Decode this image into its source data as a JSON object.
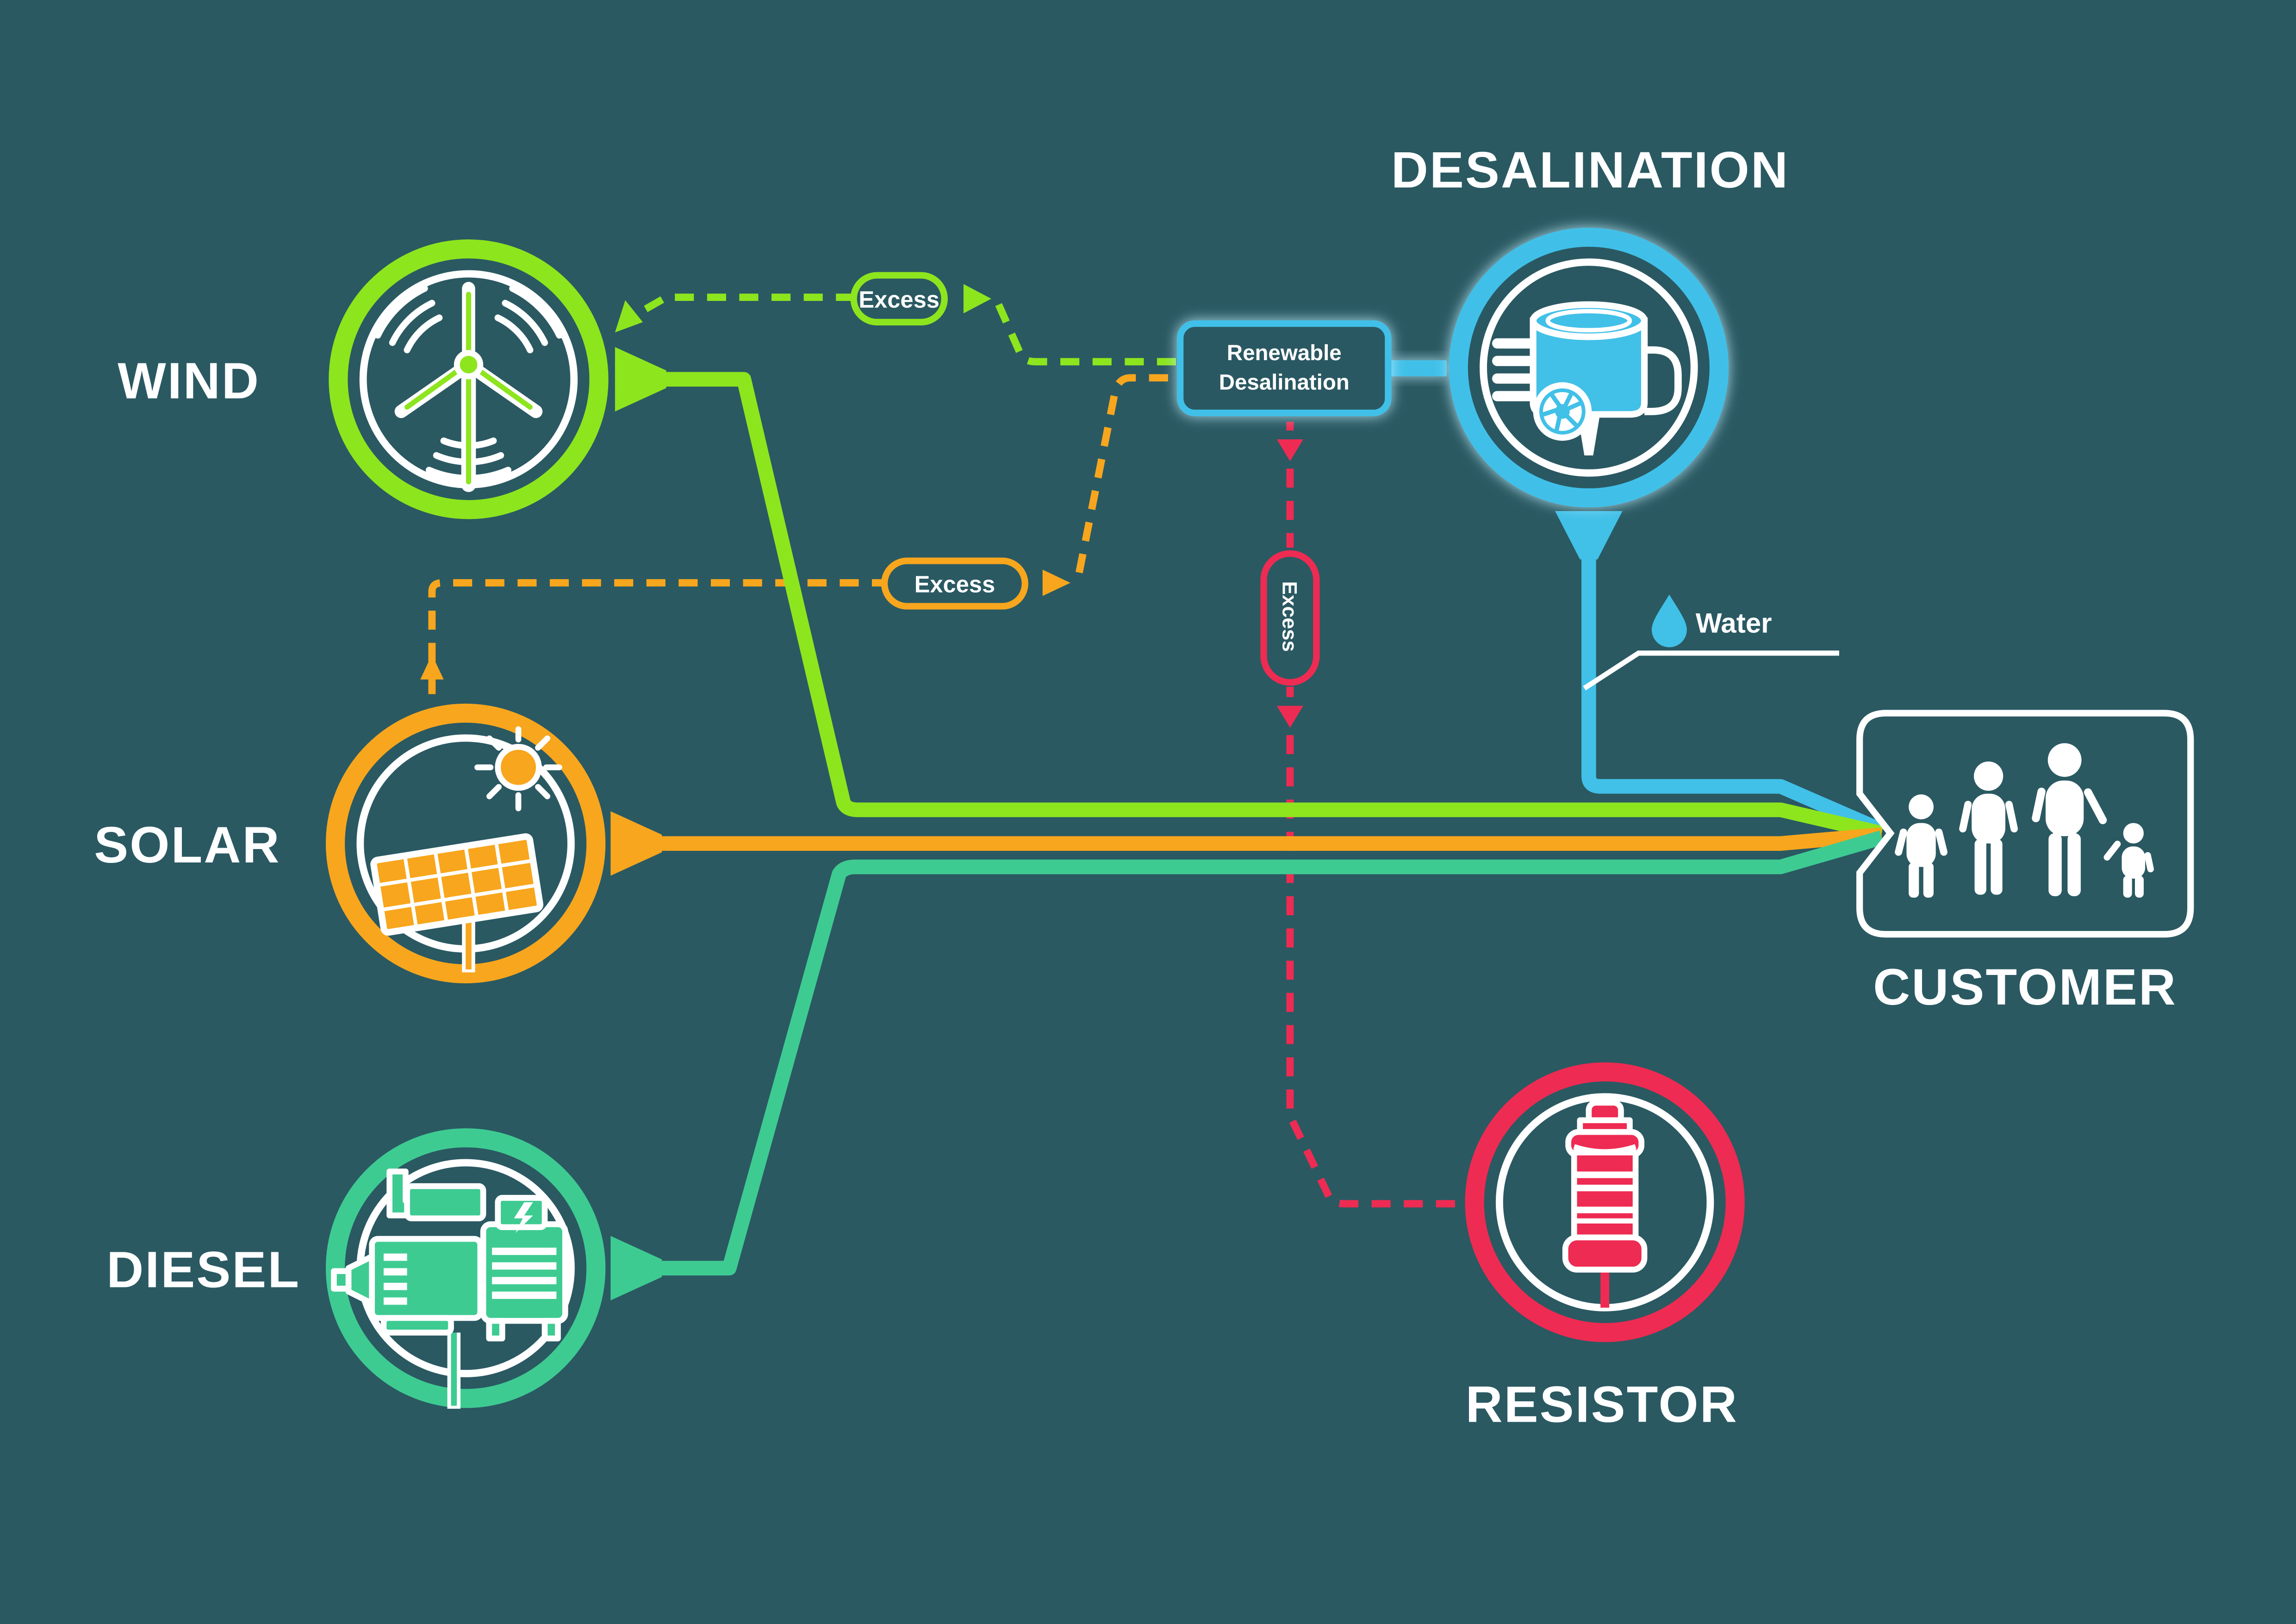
{
  "colors": {
    "background": "#2a5962",
    "wind": "#8de51e",
    "solar": "#f8a61d",
    "diesel": "#3ecb92",
    "desalination": "#41c0e8",
    "resistor": "#ee2b52",
    "label": "#ffffff"
  },
  "nodes": {
    "wind": {
      "label": "WIND"
    },
    "solar": {
      "label": "SOLAR"
    },
    "diesel": {
      "label": "DIESEL"
    },
    "desalination": {
      "label": "DESALINATION"
    },
    "resistor": {
      "label": "RESISTOR"
    },
    "customer": {
      "label": "CUSTOMER"
    }
  },
  "flows": {
    "wind_excess_label": "Excess",
    "solar_excess_label": "Excess",
    "desalination_excess_label": "Excess",
    "renewable_desalination": {
      "line1": "Renewable",
      "line2": "Desalination"
    },
    "water_label": "Water"
  }
}
